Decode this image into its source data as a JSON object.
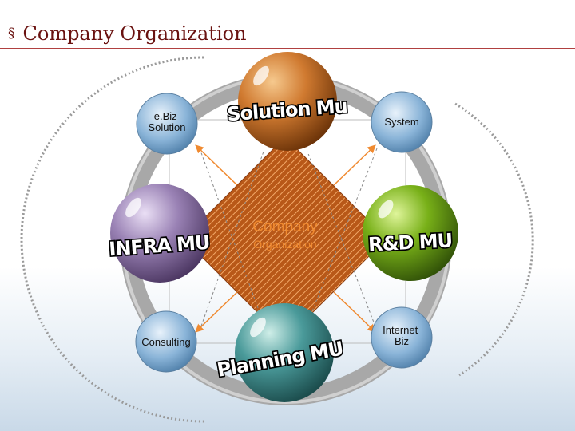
{
  "title": {
    "bullet": "§",
    "text": "Company Organization"
  },
  "center": {
    "line1": "Company",
    "line2": "Organization"
  },
  "spheres": {
    "solution": "Solution Mu",
    "infra": "INFRA MU",
    "rnd": "R&D MU",
    "planning": "Planning MU"
  },
  "nodes": {
    "ebiz": [
      "e.Biz",
      "Solution"
    ],
    "system": [
      "System"
    ],
    "consulting": [
      "Consulting"
    ],
    "internet": [
      "Internet",
      "Biz"
    ]
  },
  "colors": {
    "title": "#6a1210",
    "arrow": "#f08a30",
    "solution": "#d07a30",
    "infra": "#9a82b5",
    "rnd": "#78b018",
    "planning": "#4a9a9a",
    "node": "#8ab4d8"
  }
}
